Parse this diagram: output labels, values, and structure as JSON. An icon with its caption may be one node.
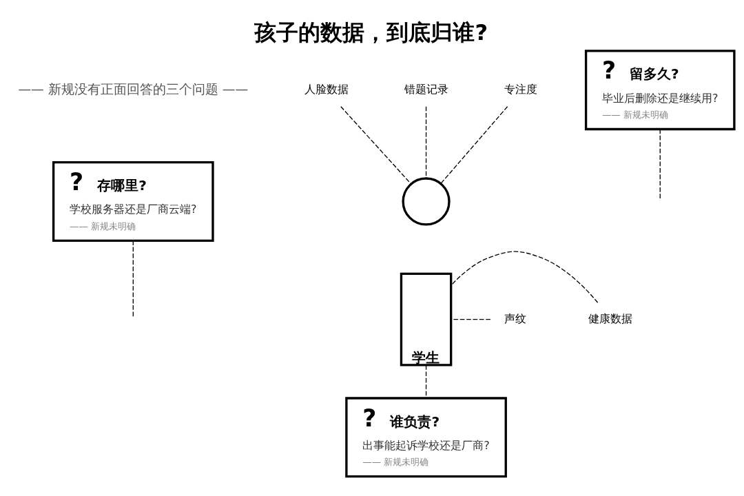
{
  "diagram": {
    "title": "孩子的数据，到底归谁?",
    "nodes": [
      {
        "text": [
          "?",
          "存哪里?",
          "学校服务器还是厂商云端?",
          "—— 新规未明确"
        ]
      },
      {
        "text": [
          "人脸数据"
        ]
      },
      {
        "text": [
          "?",
          "留多久?",
          "毕业后删除还是继续用?",
          "—— 新规未明确"
        ]
      },
      {
        "text": [
          "错题记录"
        ]
      },
      {
        "text": [
          "专注度"
        ]
      },
      {
        "text": [],
        "shape": "circle"
      },
      {
        "text": [
          "学生"
        ]
      },
      {
        "text": [
          "声纹"
        ]
      },
      {
        "text": [
          "健康数据"
        ]
      },
      {
        "text": [
          "?",
          "谁负责?",
          "出事能起诉学校还是厂商?",
          "—— 新规未明确"
        ]
      }
    ],
    "edges": [
      {
        "from": 0,
        "to": null,
        "arrow": "none",
        "style": "dashed"
      },
      {
        "from": 2,
        "to": null,
        "arrow": "none",
        "style": "dashed"
      },
      {
        "from": 1,
        "to": 5,
        "arrow": "none",
        "style": "dashed"
      },
      {
        "from": 3,
        "to": 5,
        "arrow": "none",
        "style": "dashed"
      },
      {
        "from": 4,
        "to": 5,
        "arrow": "none",
        "style": "dashed"
      },
      {
        "from": 7,
        "to": 6,
        "arrow": "none",
        "style": "dashed"
      },
      {
        "from": 8,
        "to": 6,
        "arrow": "none",
        "style": "dashed"
      },
      {
        "from": 6,
        "to": 9,
        "arrow": "none",
        "style": "dashed"
      }
    ],
    "labels": [
      "—— 新规没有正面回答的三个问题 ——"
    ]
  }
}
